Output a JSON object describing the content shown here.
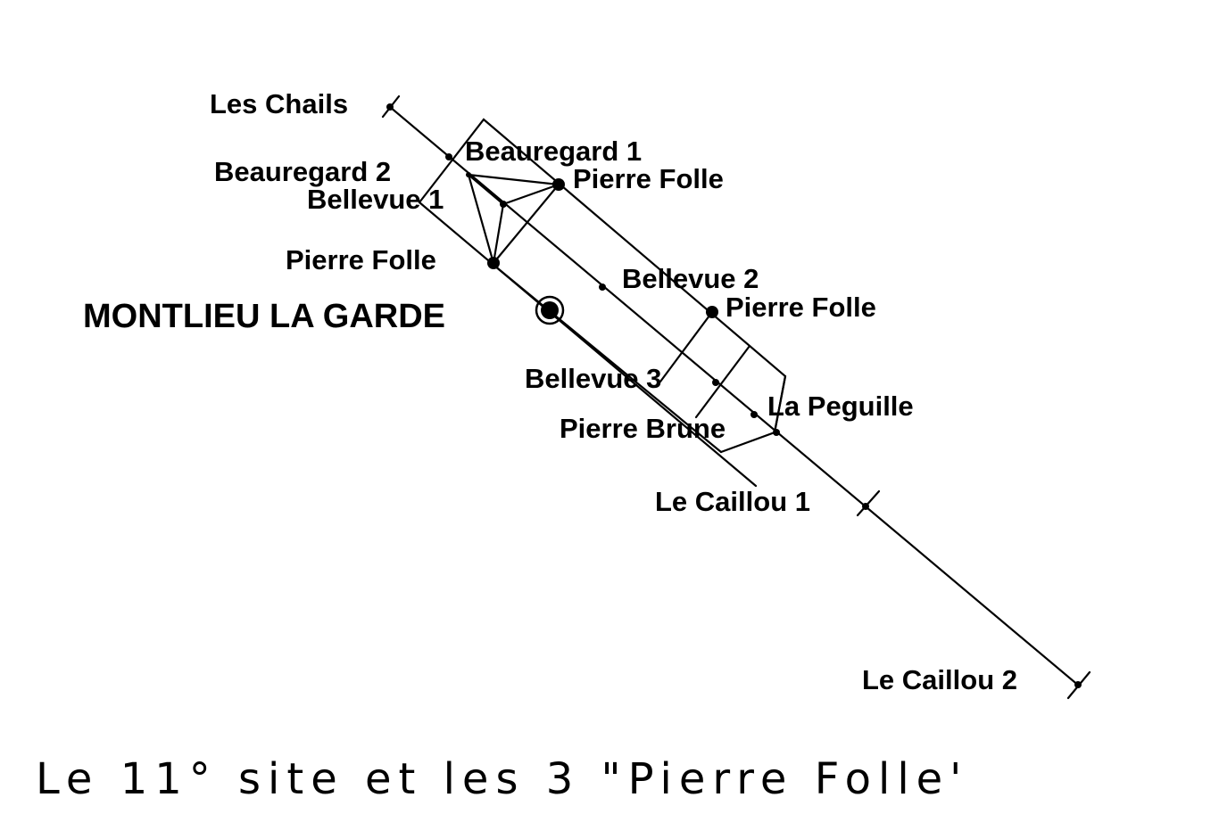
{
  "caption": "Le 11° site et les 3 \"Pierre Folle'",
  "town": {
    "name": "MONTLIEU LA GARDE",
    "icon": "town-circle-icon"
  },
  "sites": {
    "les_chails": "Les Chails",
    "beauregard_1": "Beauregard 1",
    "beauregard_2": "Beauregard 2",
    "bellevue_1": "Bellevue 1",
    "pierre_folle_a": "Pierre Folle",
    "pierre_folle_b": "Pierre Folle",
    "pierre_folle_c": "Pierre Folle",
    "bellevue_2": "Bellevue 2",
    "bellevue_3": "Bellevue 3",
    "pierre_brune": "Pierre Brune",
    "la_peguille": "La Peguille",
    "le_caillou_1": "Le Caillou 1",
    "le_caillou_2": "Le Caillou 2"
  },
  "colors": {
    "ink": "#000000",
    "background": "#ffffff"
  }
}
